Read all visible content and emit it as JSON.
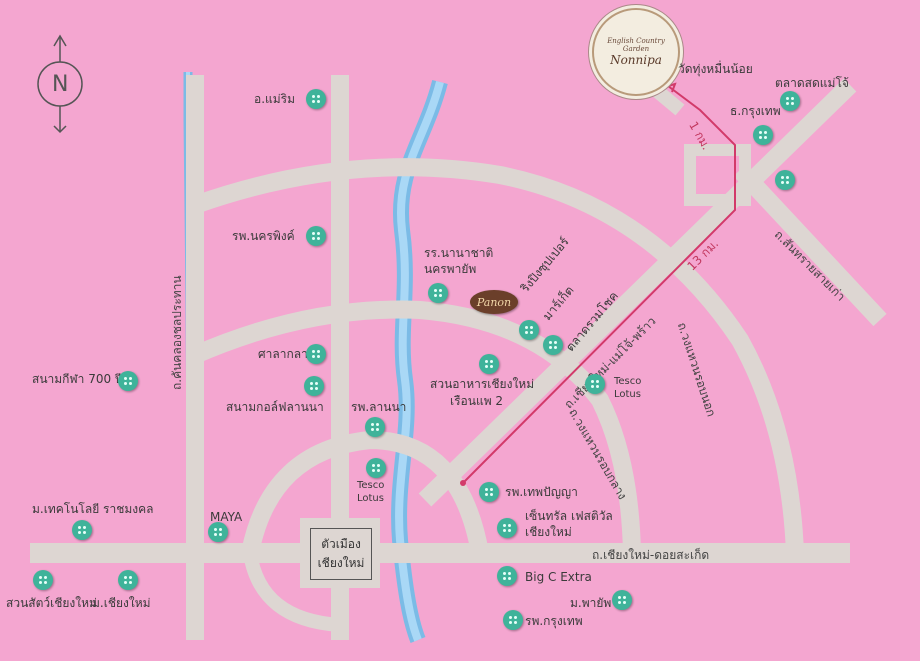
{
  "map": {
    "compass": "N",
    "logo": {
      "sub_top": "English Country",
      "sub_mid": "Garden",
      "main": "Nonnipa"
    },
    "panon": "Panon",
    "center": {
      "line1": "ตัวเมือง",
      "line2": "เชียงใหม่"
    },
    "distances": {
      "d1": "1 กม.",
      "d13": "13 กม."
    },
    "roads": {
      "canal": "ถ.คันคลองชลประทาน",
      "mae_jo": "ถ.เชียงใหม่-แม่โจ้-พร้าว",
      "outer_ring": "ถ.วงแหวนรอบนอก",
      "middle_ring": "ถ.วงแหวนรอบกลาง",
      "doi_saket": "ถ.เชียงใหม่-ดอยสะเก็ด",
      "san_sai": "ถ.สันทรายสายเก่า"
    },
    "places": {
      "mae_rim": "อ.แม่ริม",
      "nakornping": "รพ.นครพิงค์",
      "intl_school_1": "รร.นานาชาติ",
      "intl_school_2": "นครพายัพ",
      "ring_super_1": "ริงปิงซุปเปอร์",
      "ring_super_2": "มาร์เก็ต",
      "rom_chot": "ตลาดรวมโชค",
      "sala_klang": "ศาลากลาง",
      "stadium": "สนามกีฬา 700 ปี",
      "golf": "สนามกอล์ฟลานนา",
      "lanna_hosp": "รพ.ลานนา",
      "restaurant_1": "สวนอาหารเชียงใหม่",
      "restaurant_2": "เรือนแพ 2",
      "tesco_1": "Tesco",
      "tesco_1b": "Lotus",
      "tesco_2": "Tesco",
      "tesco_2b": "Lotus",
      "thep_panya": "รพ.เทพปัญญา",
      "central_1": "เซ็นทรัล เฟสติวัล",
      "central_2": "เชียงใหม่",
      "rmutl": "ม.เทคโนโลยี ราชมงคล",
      "maya": "MAYA",
      "zoo": "สวนสัตว์เชียงใหม่",
      "cmu": "ม.เชียงใหม่",
      "big_c": "Big C Extra",
      "payap": "ม.พายัพ",
      "bangkok_hosp": "รพ.กรุงเทพ",
      "wat": "วัดทุ่งหมื่นน้อย",
      "mae_jo_market": "ตลาดสดแม่โจ้",
      "bangkok_bank": "ธ.กรุงเทพ"
    },
    "colors": {
      "background": "#f4a6d0",
      "road": "#ddd6d2",
      "river": "#8fc8f0",
      "button": "#3fb39a",
      "route": "#d23a6a"
    }
  }
}
